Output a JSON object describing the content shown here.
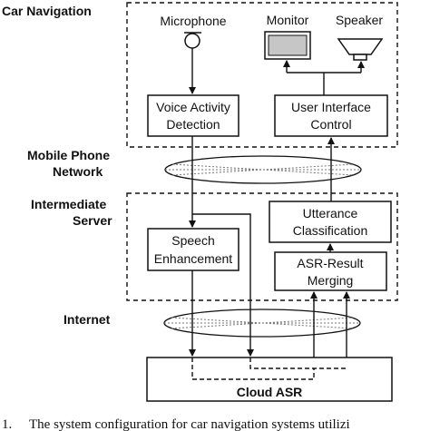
{
  "sections": {
    "car_navigation": "Car Navigation",
    "mobile_phone_network": [
      "Mobile Phone",
      "Network"
    ],
    "intermediate_server": [
      "Intermediate",
      "Server"
    ],
    "internet": "Internet"
  },
  "devices": {
    "microphone": "Microphone",
    "monitor": "Monitor",
    "speaker": "Speaker"
  },
  "blocks": {
    "voice_activity_detection": [
      "Voice Activity",
      "Detection"
    ],
    "user_interface_control": [
      "User Interface",
      "Control"
    ],
    "utterance_classification": [
      "Utterance",
      "Classification"
    ],
    "speech_enhancement": [
      "Speech",
      "Enhancement"
    ],
    "asr_result_merging": [
      "ASR-Result",
      "Merging"
    ],
    "cloud_asr": "Cloud ASR"
  },
  "caption": {
    "number": "1.",
    "text": "The system configuration for car navigation systems utilizi"
  }
}
